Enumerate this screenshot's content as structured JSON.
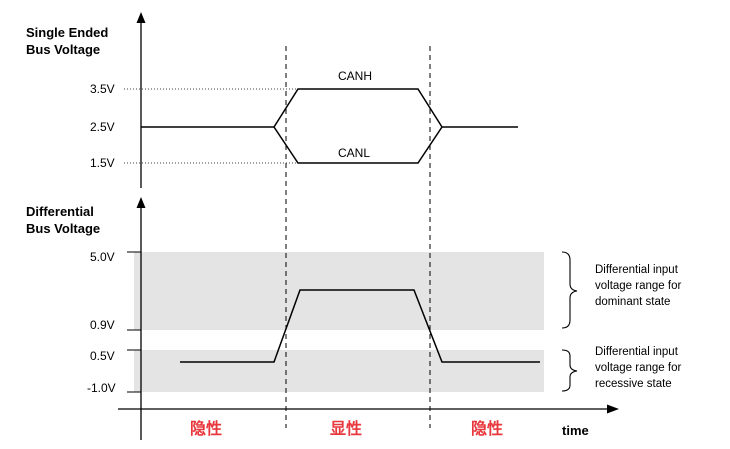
{
  "top_panel": {
    "title_line1": "Single Ended",
    "title_line2": "Bus Voltage",
    "ticks": {
      "high": "3.5V",
      "mid": "2.5V",
      "low": "1.5V"
    },
    "canh_label": "CANH",
    "canl_label": "CANL"
  },
  "bottom_panel": {
    "title_line1": "Differential",
    "title_line2": "Bus Voltage",
    "ticks": {
      "v5": "5.0V",
      "v09": "0.9V",
      "v05": "0.5V",
      "vm1": "-1.0V"
    },
    "dominant_note": [
      "Differential input",
      "voltage range for",
      "dominant state"
    ],
    "recessive_note": [
      "Differential input",
      "voltage range for",
      "recessive state"
    ]
  },
  "states": {
    "recessive_left": "隐性",
    "dominant": "显性",
    "recessive_right": "隐性"
  },
  "time_label": "time",
  "colors": {
    "band": "#e4e4e4",
    "state_text": "#e8383d",
    "line": "#000000"
  }
}
